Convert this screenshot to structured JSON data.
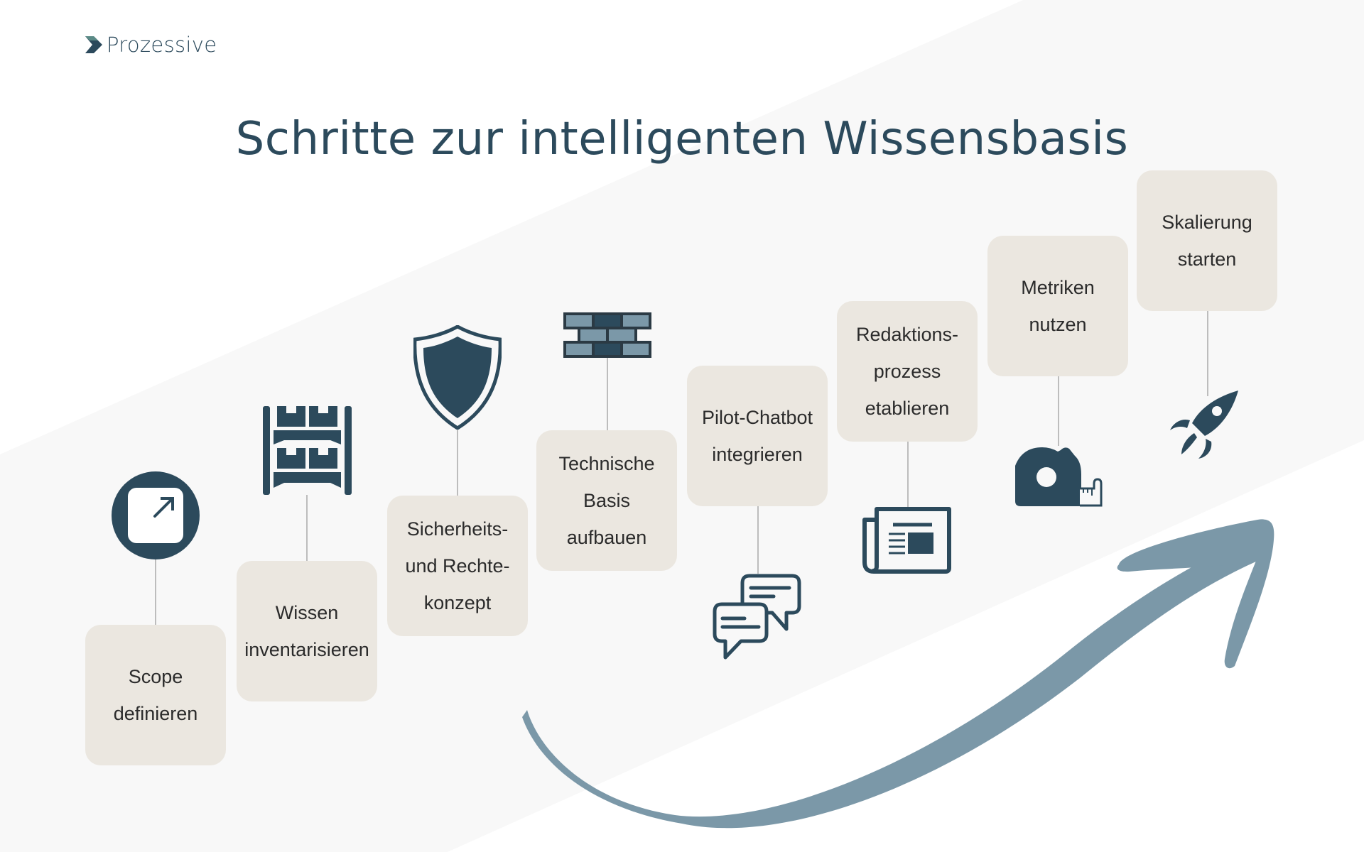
{
  "brand": {
    "name": "Prozessive",
    "logo_icon": "chevron-right-icon"
  },
  "title": "Schritte zur intelligenten Wissensbasis",
  "colors": {
    "primary": "#2c4a5c",
    "box_fill": "#ebe7e0",
    "band": "#f8f8f8",
    "arrow": "#7b98a8",
    "connector": "#bdbdbd",
    "brick_light": "#7b98a8"
  },
  "steps": [
    {
      "label": "Scope\ndefinieren",
      "icon": "scope-expand-icon"
    },
    {
      "label": "Wissen\ninventarisieren",
      "icon": "shelf-inventory-icon"
    },
    {
      "label": "Sicherheits-\nund Rechte-\nkonzept",
      "icon": "shield-icon"
    },
    {
      "label": "Technische\nBasis\naufbauen",
      "icon": "brick-wall-icon"
    },
    {
      "label": "Pilot-Chatbot\nintegrieren",
      "icon": "chat-bubbles-icon"
    },
    {
      "label": "Redaktions-\nprozess\netablieren",
      "icon": "newspaper-icon"
    },
    {
      "label": "Metriken\nnutzen",
      "icon": "tape-measure-icon"
    },
    {
      "label": "Skalierung\nstarten",
      "icon": "rocket-icon"
    }
  ],
  "decoration": {
    "growth_arrow": "curved-arrow-up-right"
  }
}
